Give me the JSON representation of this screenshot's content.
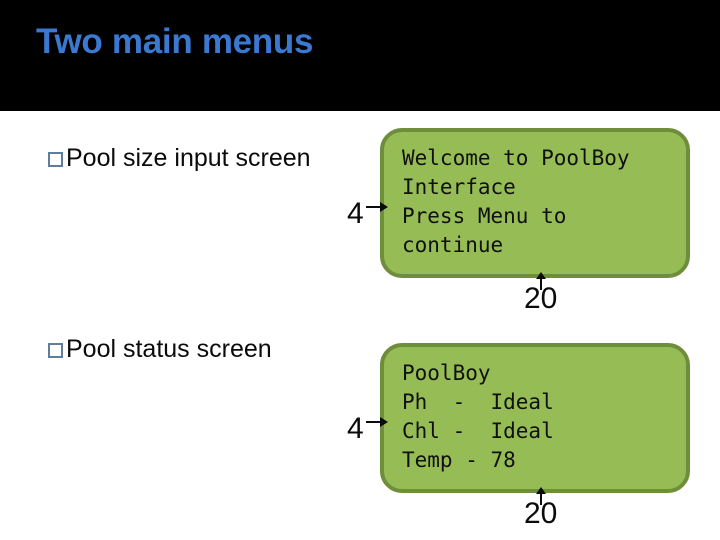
{
  "slide": {
    "title": "Two main menus",
    "title_color": "#3B79D0",
    "band_color": "#000000",
    "background_color": "#ffffff"
  },
  "bullets": [
    {
      "marker": "hollow-square-bullet",
      "label": "Pool size input screen"
    },
    {
      "marker": "hollow-square-bullet",
      "label": "Pool status screen"
    }
  ],
  "screens": [
    {
      "name": "pool-size-input-screen",
      "fill_color": "#96BC55",
      "border_color": "#6F8E3C",
      "lines": [
        "Welcome to PoolBoy",
        "Interface",
        "Press Menu to",
        "continue"
      ],
      "dim_left": "4",
      "dim_bottom": "20"
    },
    {
      "name": "pool-status-screen",
      "fill_color": "#96BC55",
      "border_color": "#6F8E3C",
      "lines": [
        "PoolBoy",
        "Ph  -  Ideal",
        "Chl -  Ideal",
        "Temp - 78"
      ],
      "dim_left": "4",
      "dim_bottom": "20"
    }
  ]
}
